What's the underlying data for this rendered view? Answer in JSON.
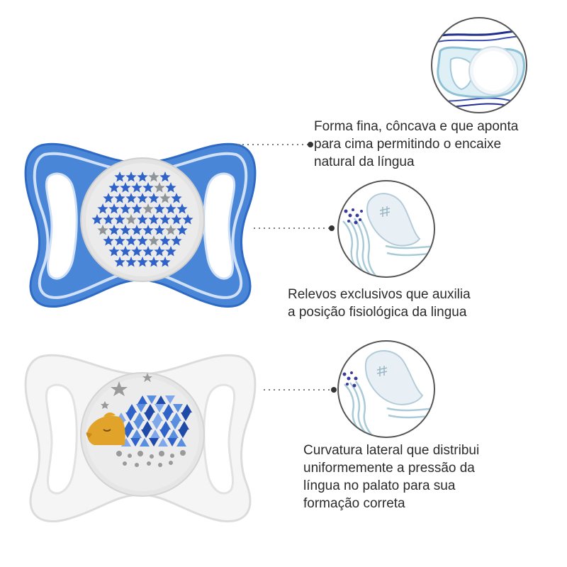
{
  "colors": {
    "blue_pacifier": "#4a86d8",
    "blue_dark": "#2f6bc4",
    "star_blue": "#2f63c9",
    "star_gray": "#8f9499",
    "shield_white": "#f3f3f3",
    "leader_dots": "#7a7a7a",
    "hedgehog_body": "#e2a32a"
  },
  "features": [
    {
      "icon": "nipple-shape-top-view-icon",
      "lines": [
        "Forma fina, côncava e que aponta",
        "para cima permitindo o encaixe",
        "natural da língua"
      ]
    },
    {
      "icon": "tongue-relief-icon",
      "lines": [
        "Relevos exclusivos que auxilia",
        "a posição fisiológica da lingua"
      ]
    },
    {
      "icon": "palate-curvature-icon",
      "lines": [
        "Curvatura lateral que distribui",
        "uniformemente a pressão da",
        "língua no palato para sua",
        "formação correta"
      ]
    }
  ]
}
